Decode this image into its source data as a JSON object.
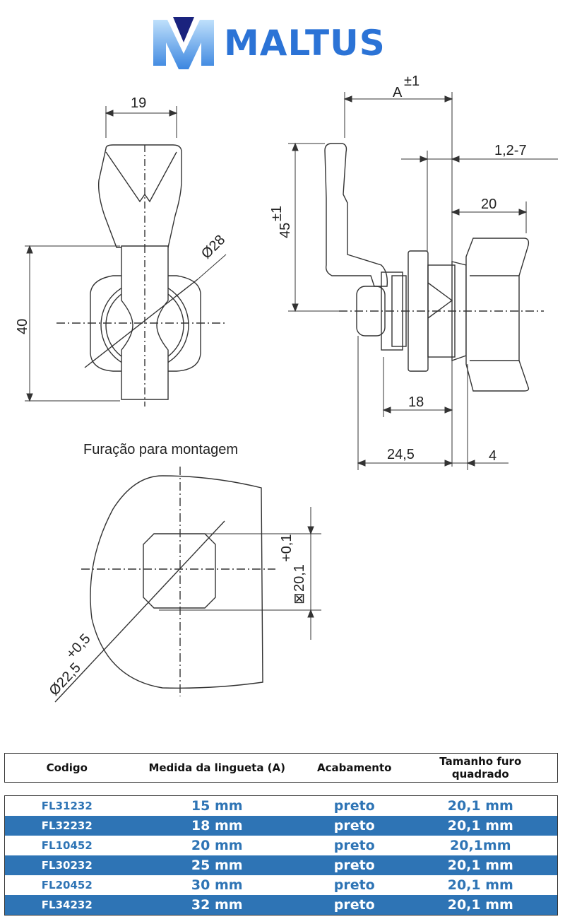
{
  "brand": {
    "name": "MALTUS",
    "colors": {
      "primary": "#2b73d6",
      "dark": "#1a237e",
      "light": "#9ecbf5"
    }
  },
  "drawing": {
    "caption_mounting": "Furação para montagem",
    "dims": {
      "width_19": "19",
      "height_40": "40",
      "dia_28": "Ø28",
      "A": "A",
      "A_tol": "±1",
      "h45": "45",
      "h45_tol": "±1",
      "range_1_2_7": "1,2-7",
      "knob_20": "20",
      "len_18": "18",
      "len_24_5": "24,5",
      "len_4": "4",
      "square": "20,1",
      "square_tol": "+0,1",
      "dia_22_5": "Ø22,5",
      "dia_22_5_tol": "+0,5"
    }
  },
  "table": {
    "headers": {
      "codigo": "Codigo",
      "medida": "Medida da lingueta (A)",
      "acabamento": "Acabamento",
      "furo_line1": "Tamanho furo",
      "furo_line2": "quadrado"
    },
    "rows": [
      {
        "codigo": "FL31232",
        "medida": "15 mm",
        "acabamento": "preto",
        "furo": "20,1 mm"
      },
      {
        "codigo": "FL32232",
        "medida": "18 mm",
        "acabamento": "preto",
        "furo": "20,1 mm"
      },
      {
        "codigo": "FL10452",
        "medida": "20 mm",
        "acabamento": "preto",
        "furo": "20,1mm"
      },
      {
        "codigo": "FL30232",
        "medida": "25 mm",
        "acabamento": "preto",
        "furo": "20,1 mm"
      },
      {
        "codigo": "FL20452",
        "medida": "30 mm",
        "acabamento": "preto",
        "furo": "20,1 mm"
      },
      {
        "codigo": "FL34232",
        "medida": "32 mm",
        "acabamento": "preto",
        "furo": "20,1 mm"
      }
    ]
  }
}
